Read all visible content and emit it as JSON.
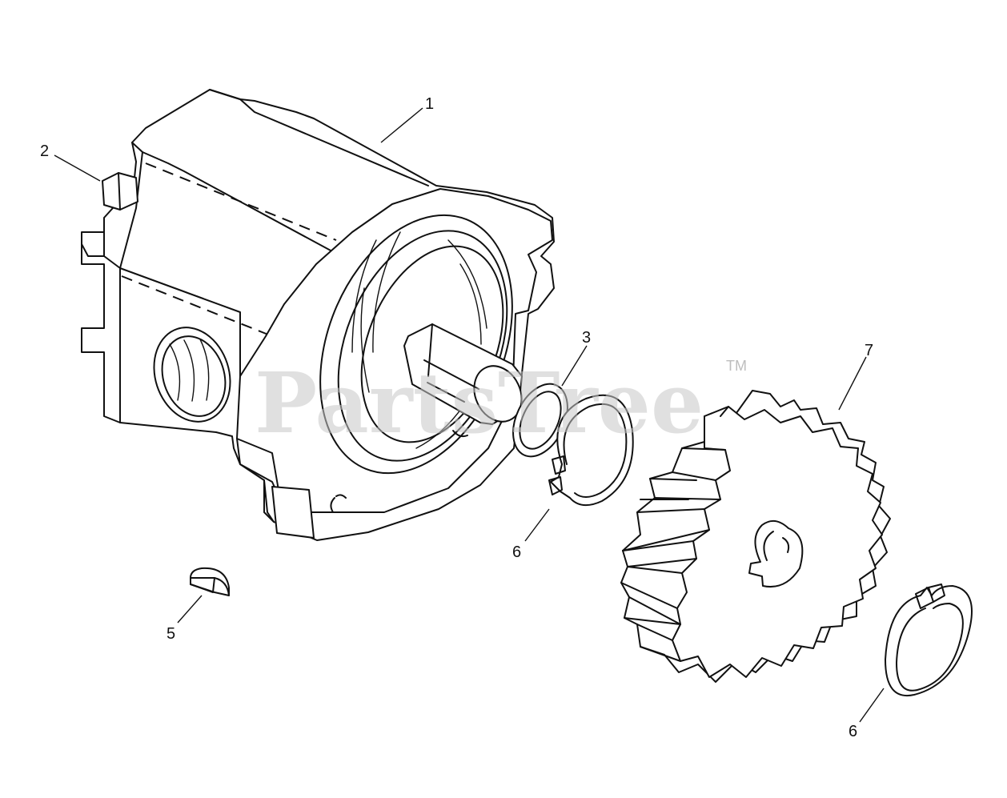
{
  "callouts": {
    "c1": "1",
    "c2": "2",
    "c3": "3",
    "c5": "5",
    "c6a": "6",
    "c6b": "6",
    "c7": "7"
  },
  "watermark": {
    "brand": "PartsTree",
    "trademark": "TM"
  },
  "colors": {
    "line": "#111111",
    "background": "#ffffff",
    "watermark": "#c8c8c8"
  }
}
